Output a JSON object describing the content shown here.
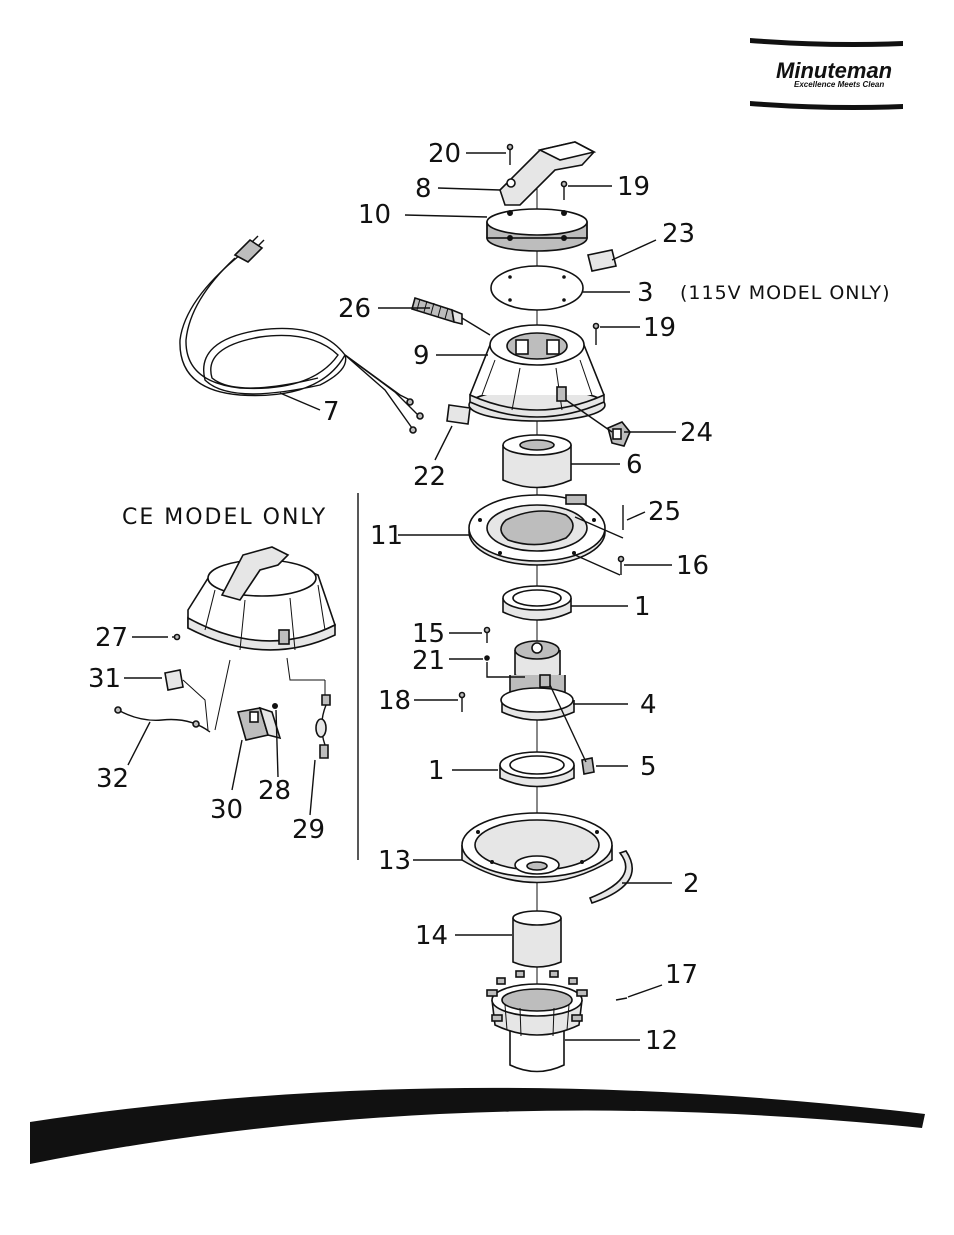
{
  "brand": {
    "name": "Minuteman",
    "tagline": "Excellence Meets Clean"
  },
  "notes": {
    "model_115v": "(115V MODEL ONLY)",
    "ce_model": "CE MODEL ONLY"
  },
  "parts": {
    "p1a": "1",
    "p1b": "1",
    "p2": "2",
    "p3": "3",
    "p4": "4",
    "p5": "5",
    "p6": "6",
    "p7": "7",
    "p8": "8",
    "p9": "9",
    "p10": "10",
    "p11": "11",
    "p12": "12",
    "p13": "13",
    "p14": "14",
    "p15": "15",
    "p16": "16",
    "p17": "17",
    "p18": "18",
    "p19a": "19",
    "p19b": "19",
    "p20": "20",
    "p21": "21",
    "p22": "22",
    "p23": "23",
    "p24": "24",
    "p25": "25",
    "p26": "26",
    "p27": "27",
    "p28": "28",
    "p29": "29",
    "p30": "30",
    "p31": "31",
    "p32": "32"
  }
}
